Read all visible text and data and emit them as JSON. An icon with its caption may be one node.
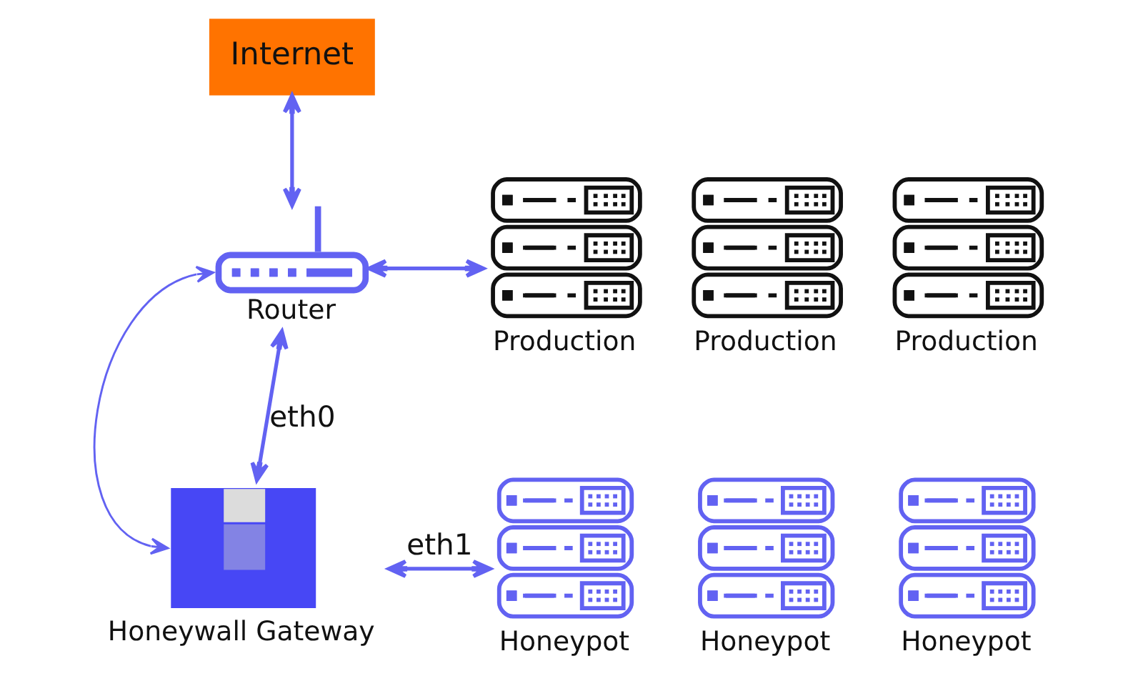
{
  "diagram": {
    "nodes": [
      {
        "text": [
          "Internet"
        ]
      },
      {
        "text": [
          "Router"
        ]
      },
      {
        "text": [
          "Production"
        ]
      },
      {
        "text": [
          "Production"
        ]
      },
      {
        "text": [
          "Production"
        ]
      },
      {
        "text": [
          "Honeywall Gateway"
        ]
      },
      {
        "text": [
          "Honeypot"
        ]
      },
      {
        "text": [
          "Honeypot"
        ]
      },
      {
        "text": [
          "Honeypot"
        ]
      }
    ],
    "edges": [
      {
        "from": 0,
        "to": 1,
        "arrow": "both"
      },
      {
        "from": 1,
        "to": 2,
        "arrow": "both"
      },
      {
        "from": 1,
        "to": 5,
        "arrow": "both",
        "label": "eth0"
      },
      {
        "from": 5,
        "to": 6,
        "arrow": "both",
        "label": "eth1"
      },
      {
        "from": 1,
        "to": 5,
        "arrow": "both"
      }
    ]
  }
}
